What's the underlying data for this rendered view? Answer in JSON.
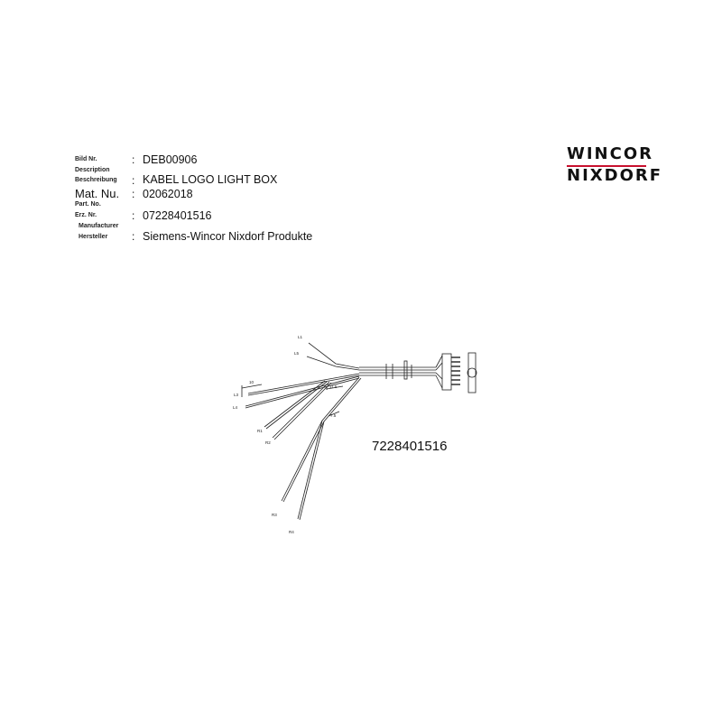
{
  "header": {
    "rows": [
      {
        "label": "Bild Nr.",
        "sublabel": "",
        "value": "DEB00906"
      },
      {
        "label": "Beschreibung",
        "sublabel": "Description",
        "value": "KABEL LOGO LIGHT BOX"
      },
      {
        "label": "Mat. Nu.",
        "sublabel": "",
        "value": "02062018"
      },
      {
        "label": "Erz. Nr.",
        "sublabel": "Part. No.",
        "value": "07228401516"
      },
      {
        "label": "Hersteller",
        "sublabel": "Manufacturer",
        "value": "Siemens-Wincor Nixdorf Produkte"
      }
    ],
    "colon": ":"
  },
  "logo": {
    "line1": "WINCOR",
    "line2": "NIXDORF",
    "accent": "#c8102e"
  },
  "drawing": {
    "part_number": "7228401516",
    "wire_labels": [
      "L1",
      "L5",
      "L3",
      "L4",
      "R1",
      "R2",
      "R3",
      "R4"
    ],
    "dimensions": [
      "10",
      "11.5",
      "7.5"
    ]
  }
}
